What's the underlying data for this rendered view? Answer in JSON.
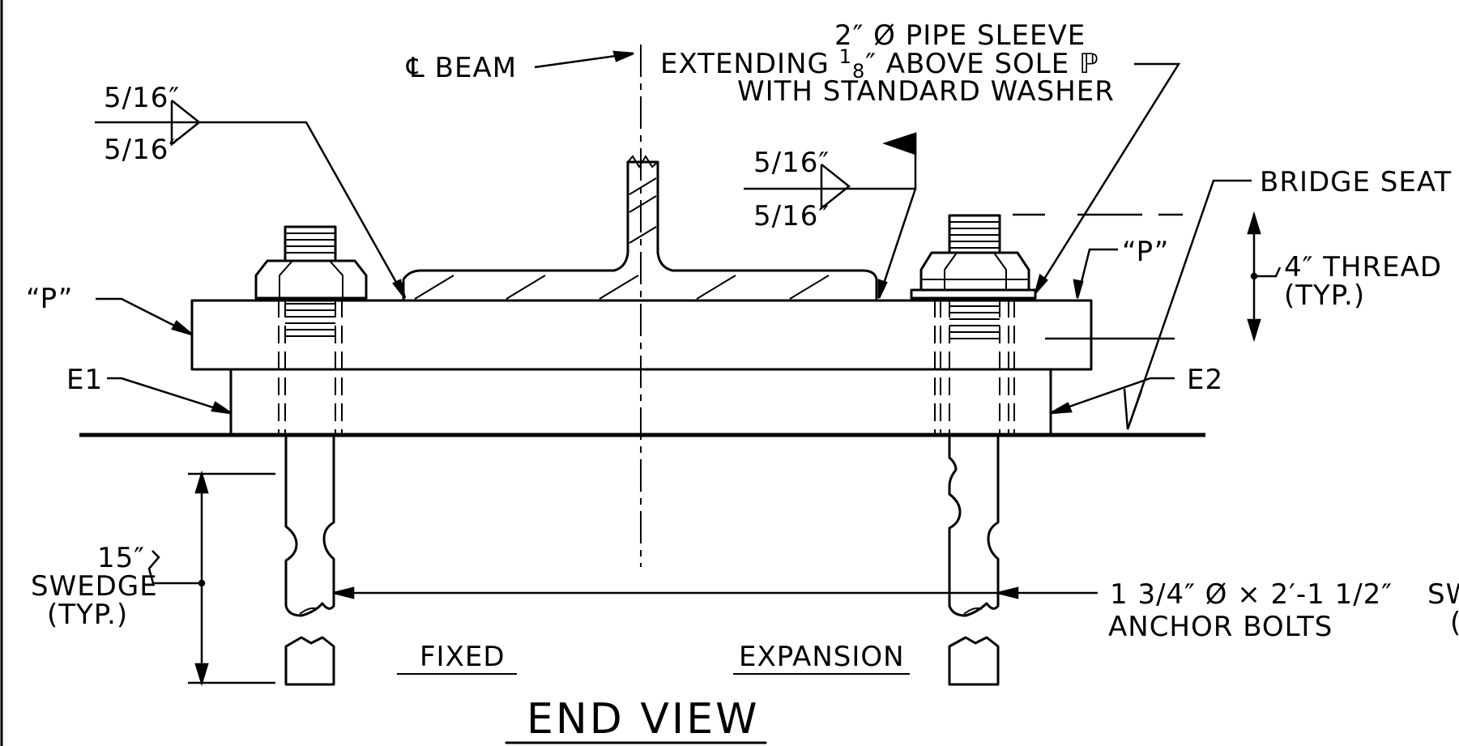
{
  "labels": {
    "cl_beam": "℄ BEAM",
    "pipe_sleeve_line1": "2″ Ø PIPE SLEEVE",
    "pipe_sleeve_line2a": "EXTENDING ",
    "pipe_sleeve_frac_num": "1",
    "pipe_sleeve_frac_den": "8",
    "pipe_sleeve_line2b": "″ ABOVE SOLE ℙ",
    "pipe_sleeve_line3": "WITH STANDARD WASHER",
    "weld_left_top": "5/16″",
    "weld_left_bottom": "5/16″",
    "weld_right_top": "5/16″",
    "weld_right_bottom": "5/16″",
    "bridge_seat": "BRIDGE SEAT",
    "p_left": "“P”",
    "p_right": "“P”",
    "thread_line1": "4″ THREAD",
    "thread_line2": "(TYP.)",
    "e1": "E1",
    "e2": "E2",
    "swedge_line1": "15″",
    "swedge_line2": "SWEDGE",
    "swedge_line3": "(TYP.)",
    "anchor_line1": "1 3/4″ Ø × 2′-1 1/2″",
    "anchor_line2": "ANCHOR BOLTS",
    "swedge_cut": "SW",
    "paren_cut": "(",
    "fixed": "FIXED",
    "expansion": "EXPANSION",
    "title": "END VIEW"
  }
}
